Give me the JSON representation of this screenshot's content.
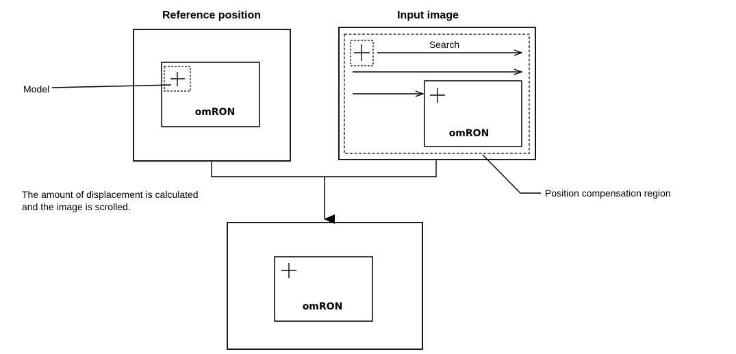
{
  "titles": {
    "reference": "Reference position",
    "input": "Input image"
  },
  "labels": {
    "model": "Model",
    "search": "Search",
    "region": "Position compensation region",
    "explanation_line1": "The amount of displacement is calculated",
    "explanation_line2": "and the image is scrolled."
  },
  "logo": {
    "text": "omRON"
  }
}
